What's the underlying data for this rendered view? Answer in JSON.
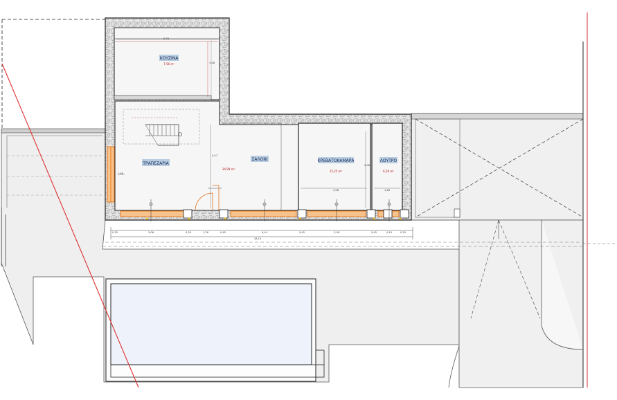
{
  "plan": {
    "rooms": {
      "kitchen": {
        "label": "ΚΟΥΖΙΝΑ",
        "area": "7,56 m²",
        "width_dim": "5,78",
        "height_dim": "3,58"
      },
      "dining": {
        "label": "ΤΡΑΠΕΖΑΡΙΑ"
      },
      "living": {
        "label": "ΣΑΛΟΝΙ",
        "area": "34,99 m²",
        "height_dim": "5,47"
      },
      "bedroom": {
        "label": "ΚΡΕΒΑΤΟΚΑΜΑΡΑ",
        "area": "15,25 m²",
        "width_dim": "3,98",
        "height_dim": "3,98"
      },
      "bathroom": {
        "label": "ΛΟΥΤΡΟ",
        "area": "6,28 m²",
        "width_dim": "1,48"
      }
    },
    "dimensions": {
      "bottom_row": [
        "0,35",
        "3,06",
        "0,30",
        "1,28",
        "0,45",
        "6,44",
        "0,45",
        "3,98",
        "0,45",
        "0,45",
        "0,30"
      ],
      "total": "16,14",
      "left_wall": "1,68"
    },
    "colors": {
      "wall_fill": "#e8e8e8",
      "wall_stroke": "#222222",
      "room_fill": "#f4f4f4",
      "label_bg": "#b8cde0",
      "window": "#e87a1e",
      "cut_line": "#e03030",
      "pool_fill": "#eef3fb"
    }
  }
}
